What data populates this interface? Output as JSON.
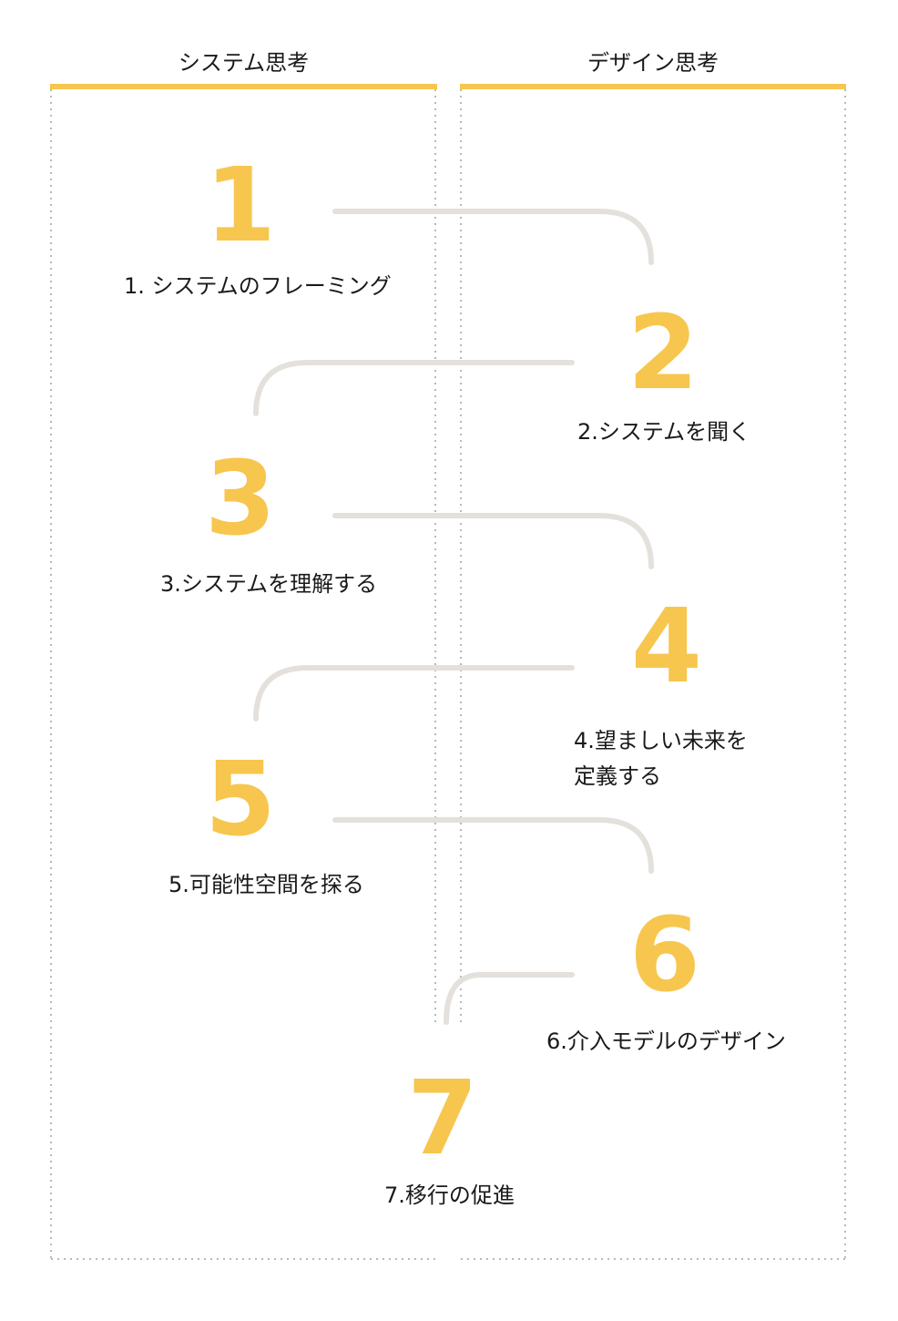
{
  "columns": {
    "left": "システム思考",
    "right": "デザイン思考"
  },
  "colors": {
    "accent": "#f7c64e",
    "connector": "#e4e1dc",
    "divider": "#b9b9b9",
    "text": "#1a1a1a"
  },
  "steps": [
    {
      "number": "1",
      "label": "1. システムのフレーミング"
    },
    {
      "number": "2",
      "label": "2.システムを聞く"
    },
    {
      "number": "3",
      "label": "3.システムを理解する"
    },
    {
      "number": "4",
      "label_line1": "4.望ましい未来を",
      "label_line2": "定義する"
    },
    {
      "number": "5",
      "label": "5.可能性空間を探る"
    },
    {
      "number": "6",
      "label": "6.介入モデルのデザイン"
    },
    {
      "number": "7",
      "label": "7.移行の促進"
    }
  ]
}
